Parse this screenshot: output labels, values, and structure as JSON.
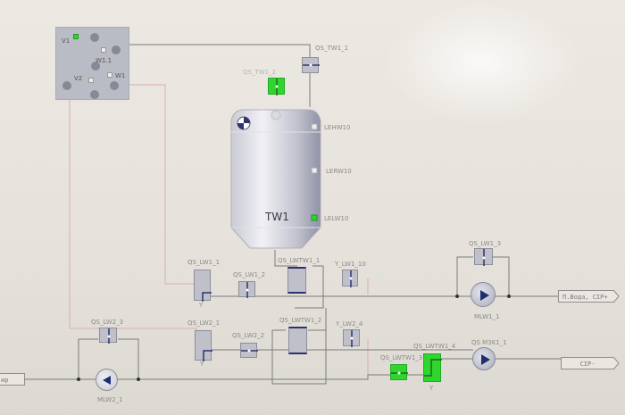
{
  "panel": {
    "labels": [
      "V1",
      "W1.1",
      "V2",
      "W1"
    ],
    "indicator_colors": {
      "active": "#2ed62e",
      "inactive": "#eeeeee"
    }
  },
  "tank": {
    "name": "TW1",
    "level_sensors": [
      {
        "label": "LEHW10",
        "state": "off"
      },
      {
        "label": "LERW10",
        "state": "off"
      },
      {
        "label": "LELW10",
        "state": "on"
      }
    ]
  },
  "valves": {
    "qs_tw1_1": "QS_TW1_1",
    "qs_tw1_2": "QS_TW1_2",
    "qs_lw1_1": "QS_LW1_1",
    "qs_lw1_2": "QS_LW1_2",
    "qs_lwtw1_1": "QS_LWTW1_1",
    "y_lw1_10": "Y_LW1_10",
    "qs_lw1_3": "QS_LW1_3",
    "qs_lw2_3": "QS_LW2_3",
    "qs_lw2_1": "QS_LW2_1",
    "qs_lw2_2": "QS_LW2_2",
    "qs_lwtw1_2": "QS_LWTW1_2",
    "y_lw2_4": "Y_LW2_4",
    "qs_lwtw1_3": "QS_LWTW1_3",
    "qs_lwtw1_4": "QS_LWTW1_4",
    "qs_mzk1_1": "QS MЗK1_1"
  },
  "pumps": {
    "mlw1_1": "MLW1_1",
    "mlw2_1": "MLW2_1"
  },
  "outputs": {
    "supply": "П.Вода, CIP+",
    "return": "CIP-",
    "left_truncated": "ир"
  },
  "colors": {
    "active_green": "#2ed62e",
    "valve_gray": "#bfc0c9",
    "pipe": "#7a7a80",
    "signal_line": "#d9a9c3",
    "pump_arrow": "#1e2e70"
  }
}
